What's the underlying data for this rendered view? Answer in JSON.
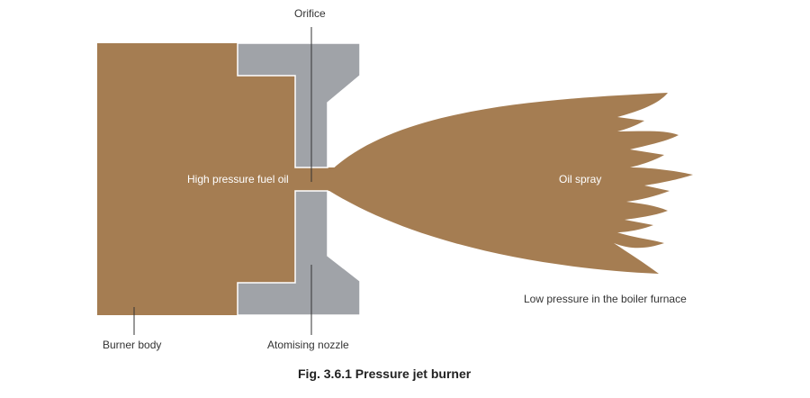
{
  "labels": {
    "orifice": "Orifice",
    "fuel": "High pressure fuel oil",
    "spray": "Oil spray",
    "furnace": "Low pressure in the boiler furnace",
    "body": "Burner body",
    "nozzle": "Atomising nozzle"
  },
  "caption": "Fig. 3.6.1 Pressure jet burner",
  "colors": {
    "body": "#a57d52",
    "nozzle": "#a0a3a8",
    "line": "#333333",
    "text": "#333333",
    "text_on_body": "#ffffff"
  }
}
